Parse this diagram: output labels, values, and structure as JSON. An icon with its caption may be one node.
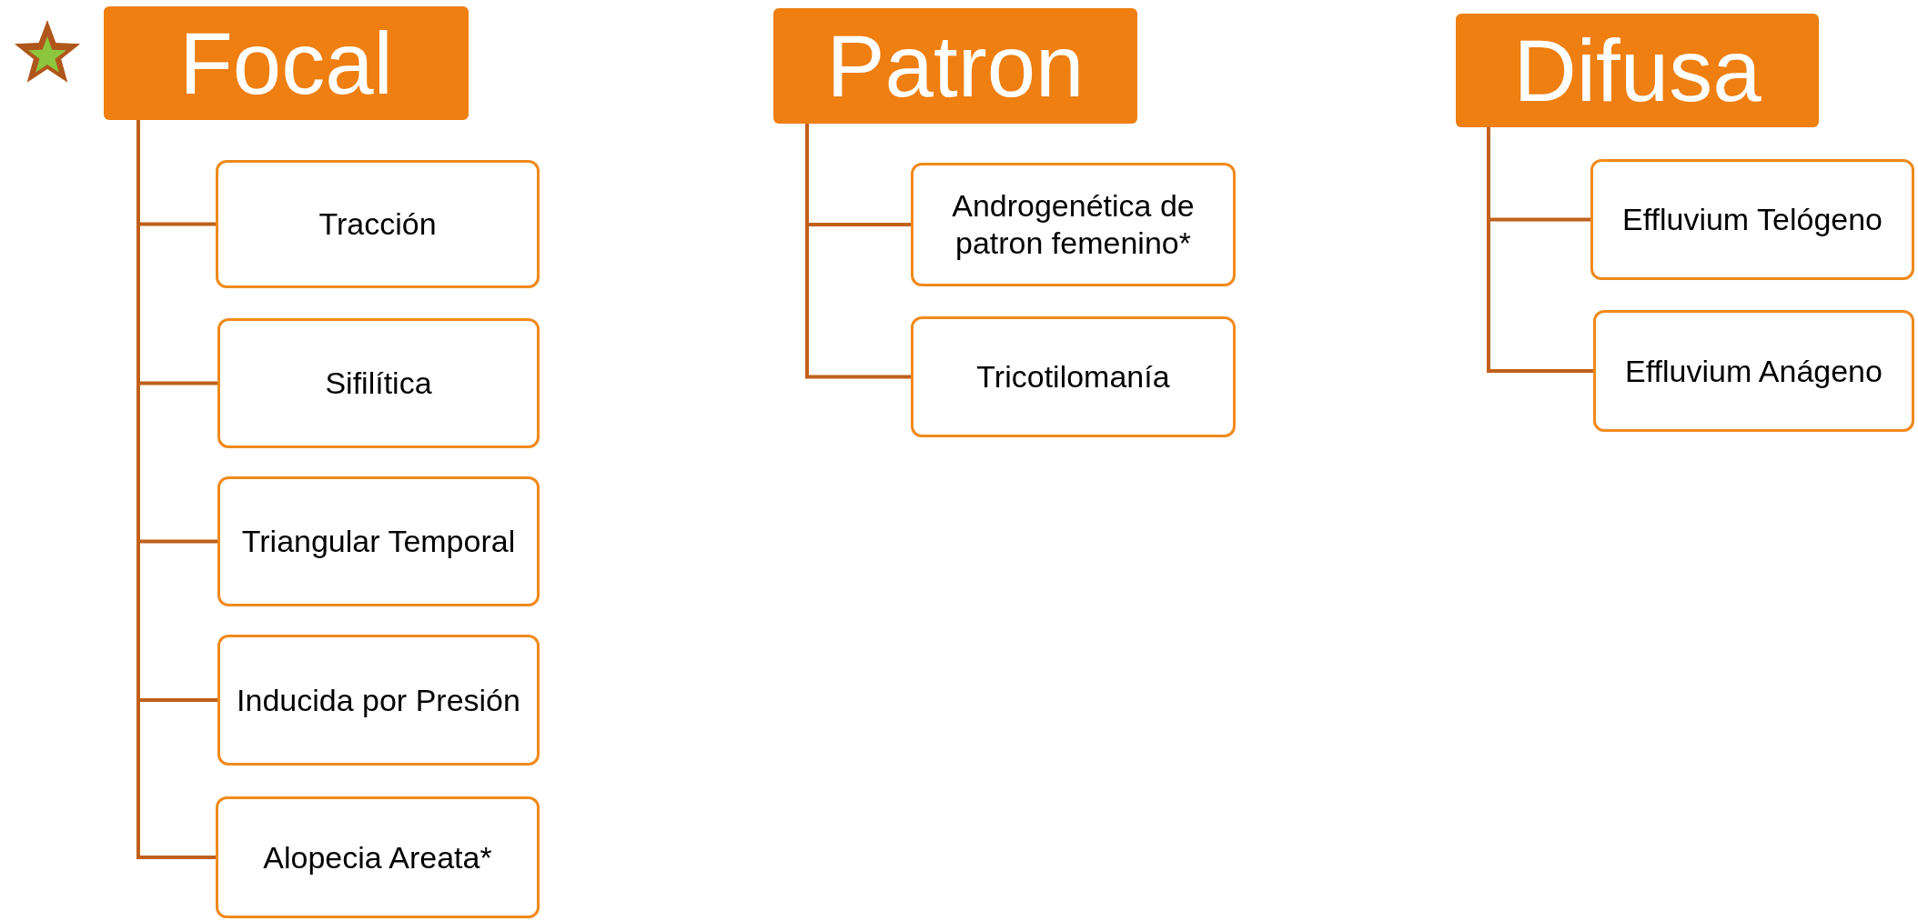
{
  "diagram": {
    "nodes": [
      {
        "text": [
          "Focal"
        ]
      },
      {
        "text": [
          "Tracción"
        ]
      },
      {
        "text": [
          "Sifilítica"
        ]
      },
      {
        "text": [
          "Triangular Temporal"
        ]
      },
      {
        "text": [
          "Inducida por Presión"
        ]
      },
      {
        "text": [
          "Alopecia Areata*"
        ]
      },
      {
        "text": [
          "Patron"
        ]
      },
      {
        "text": [
          "Androgenética de patron femenino*"
        ]
      },
      {
        "text": [
          "Tricotilomanía"
        ]
      },
      {
        "text": [
          "Difusa"
        ]
      },
      {
        "text": [
          "Effluvium Telógeno"
        ]
      },
      {
        "text": [
          "Effluvium Anágeno"
        ]
      }
    ],
    "edges": [
      {
        "from": 0,
        "to": 1,
        "arrow": "none"
      },
      {
        "from": 0,
        "to": 2,
        "arrow": "none"
      },
      {
        "from": 0,
        "to": 3,
        "arrow": "none"
      },
      {
        "from": 0,
        "to": 4,
        "arrow": "none"
      },
      {
        "from": 0,
        "to": 5,
        "arrow": "none"
      },
      {
        "from": 6,
        "to": 7,
        "arrow": "none"
      },
      {
        "from": 6,
        "to": 8,
        "arrow": "none"
      },
      {
        "from": 9,
        "to": 10,
        "arrow": "none"
      },
      {
        "from": 9,
        "to": 11,
        "arrow": "none"
      }
    ]
  }
}
